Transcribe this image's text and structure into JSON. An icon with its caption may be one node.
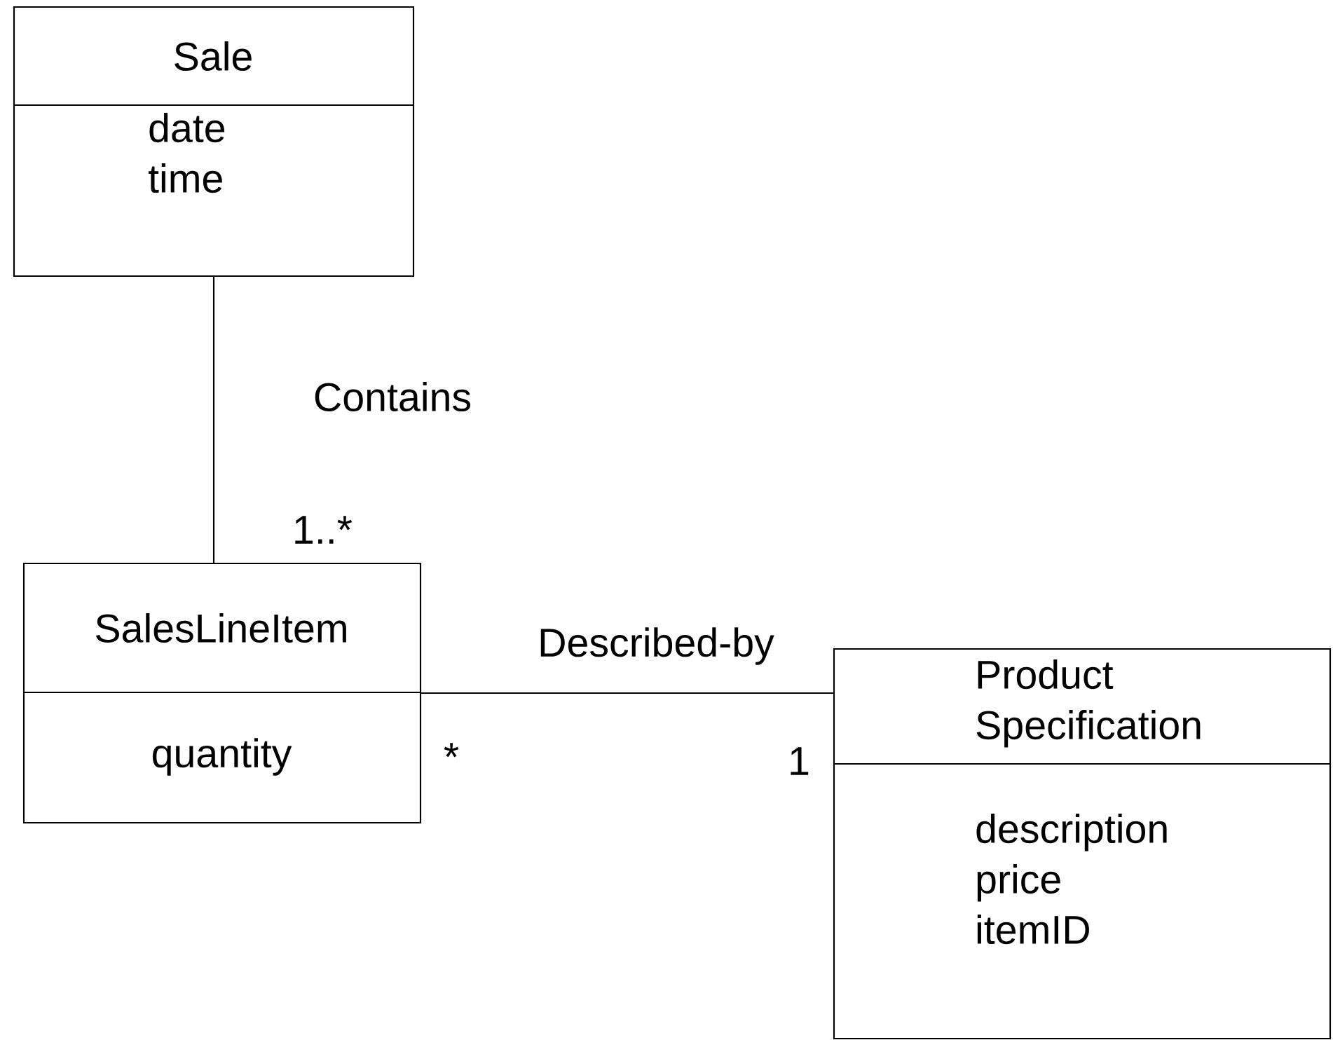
{
  "diagram": {
    "nodes": [
      {
        "text": [
          "Sale",
          "date time"
        ]
      },
      {
        "text": [
          "SalesLineItem",
          "quantity"
        ]
      },
      {
        "text": [
          "Product Specification",
          "description price itemID"
        ]
      }
    ],
    "edges": [
      {
        "from": 0,
        "to": 1,
        "arrow": "none",
        "label": "Contains"
      },
      {
        "from": 1,
        "to": 2,
        "arrow": "none",
        "label": "Described-by"
      }
    ],
    "labels": [
      "1..*",
      "*",
      "1"
    ]
  }
}
